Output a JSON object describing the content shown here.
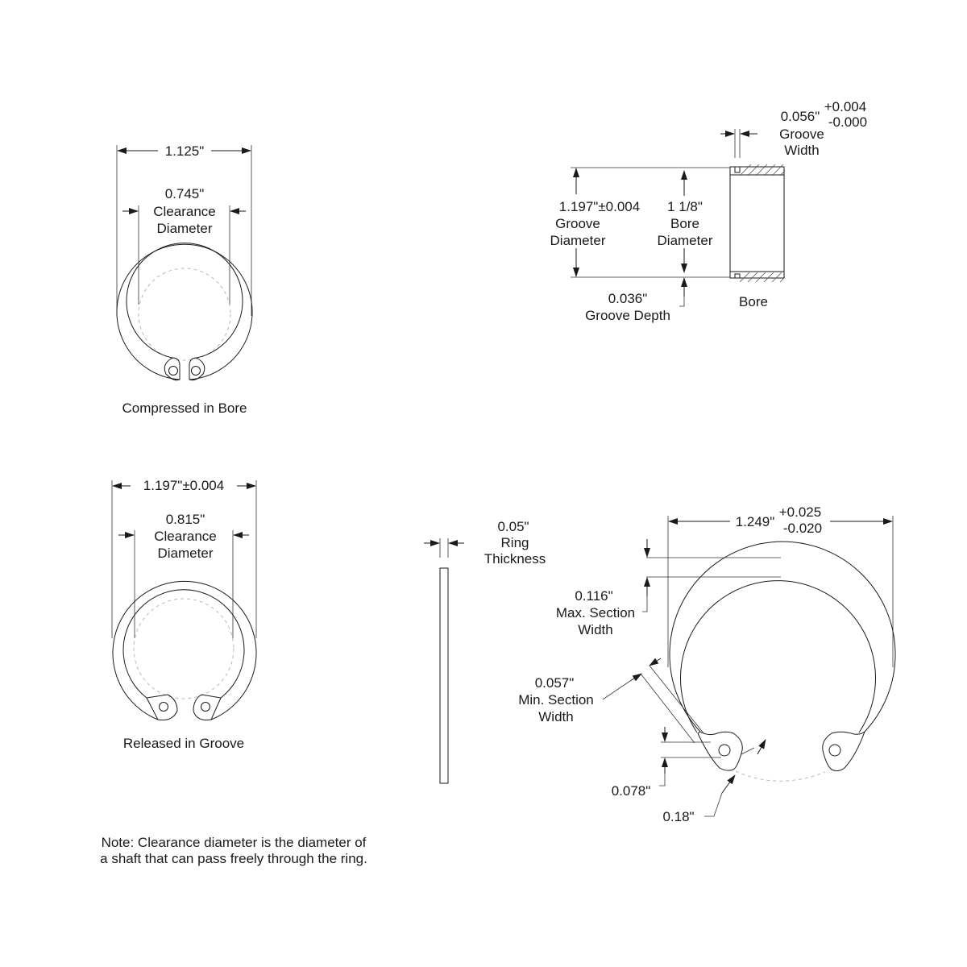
{
  "compressed_view": {
    "outer_dim": "1.125\"",
    "clearance_value": "0.745\"",
    "clearance_line1": "Clearance",
    "clearance_line2": "Diameter",
    "caption": "Compressed in Bore"
  },
  "released_view": {
    "outer_dim": "1.197\"±0.004",
    "clearance_value": "0.815\"",
    "clearance_line1": "Clearance",
    "clearance_line2": "Diameter",
    "caption": "Released in Groove"
  },
  "bore_view": {
    "groove_width_value": "0.056\"",
    "groove_width_tol_plus": "+0.004",
    "groove_width_tol_minus": "-0.000",
    "groove_width_line1": "Groove",
    "groove_width_line2": "Width",
    "groove_diameter_value": "1.197\"±0.004",
    "groove_diameter_line1": "Groove",
    "groove_diameter_line2": "Diameter",
    "bore_diameter_value": "1 1/8\"",
    "bore_diameter_line1": "Bore",
    "bore_diameter_line2": "Diameter",
    "groove_depth_value": "0.036\"",
    "groove_depth_label": "Groove Depth",
    "caption": "Bore"
  },
  "thickness_view": {
    "value": "0.05\"",
    "line1": "Ring",
    "line2": "Thickness"
  },
  "detail_view": {
    "free_diameter_value": "1.249\"",
    "free_diameter_tol_plus": "+0.025",
    "free_diameter_tol_minus": "-0.020",
    "max_section_value": "0.116\"",
    "max_section_line1": "Max. Section",
    "max_section_line2": "Width",
    "min_section_value": "0.057\"",
    "min_section_line1": "Min. Section",
    "min_section_line2": "Width",
    "lug_dim_1": "0.078\"",
    "lug_dim_2": "0.18\""
  },
  "note": {
    "line1": "Note: Clearance diameter is the diameter of",
    "line2": "a shaft that can pass freely through the ring."
  }
}
